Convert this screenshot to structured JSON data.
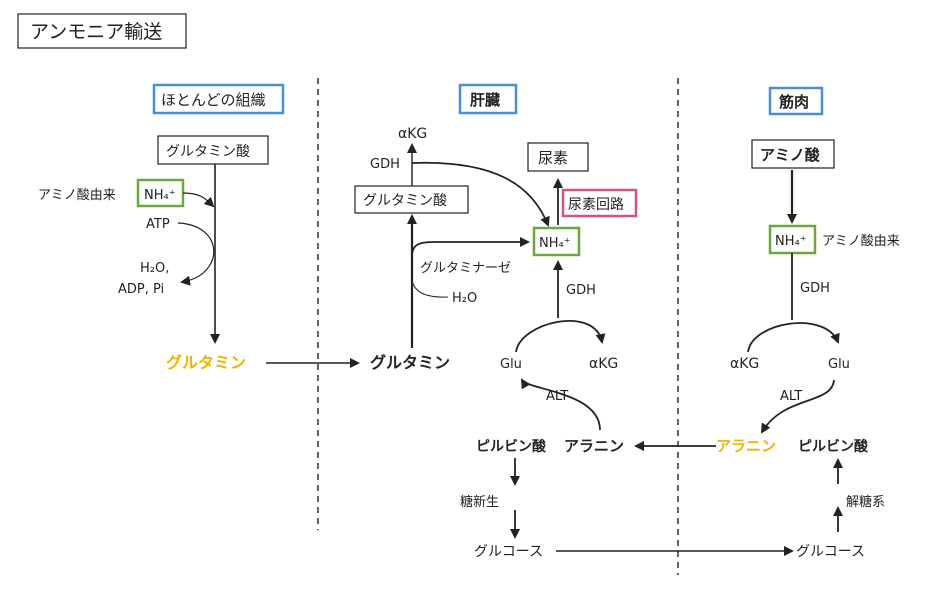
{
  "title": "アンモニア輸送",
  "sections": {
    "tissues": "ほとんどの組織",
    "liver": "肝臓",
    "muscle": "筋肉"
  },
  "tissues": {
    "glutamate": "グルタミン酸",
    "nh4": "NH₄⁺",
    "nh4_note": "アミノ酸由来",
    "atp": "ATP",
    "h2o": "H₂O,",
    "adp_pi": "ADP, Pi",
    "glutamine": "グルタミン"
  },
  "liver": {
    "akg": "αKG",
    "gdh_top": "GDH",
    "glutamate": "グルタミン酸",
    "glutaminase": "グルタミナーゼ",
    "h2o": "H₂O",
    "glutamine": "グルタミン",
    "urea": "尿素",
    "urea_cycle": "尿素回路",
    "nh4": "NH₄⁺",
    "gdh": "GDH",
    "glu": "Glu",
    "akg2": "αKG",
    "alt": "ALT",
    "pyruvate": "ピルビン酸",
    "alanine": "アラニン",
    "gluconeogenesis": "糖新生",
    "glucose": "グルコース"
  },
  "muscle": {
    "amino_acid": "アミノ酸",
    "nh4": "NH₄⁺",
    "nh4_note": "アミノ酸由来",
    "gdh": "GDH",
    "akg": "αKG",
    "glu": "Glu",
    "alt": "ALT",
    "alanine": "アラニン",
    "pyruvate": "ピルビン酸",
    "glycolysis": "解糖系",
    "glucose": "グルコース"
  },
  "colors": {
    "section_border": "#4a8fd0",
    "nh4_border": "#6aaa3c",
    "urea_cycle_border": "#d0548a",
    "highlight_text": "#f0b400"
  }
}
